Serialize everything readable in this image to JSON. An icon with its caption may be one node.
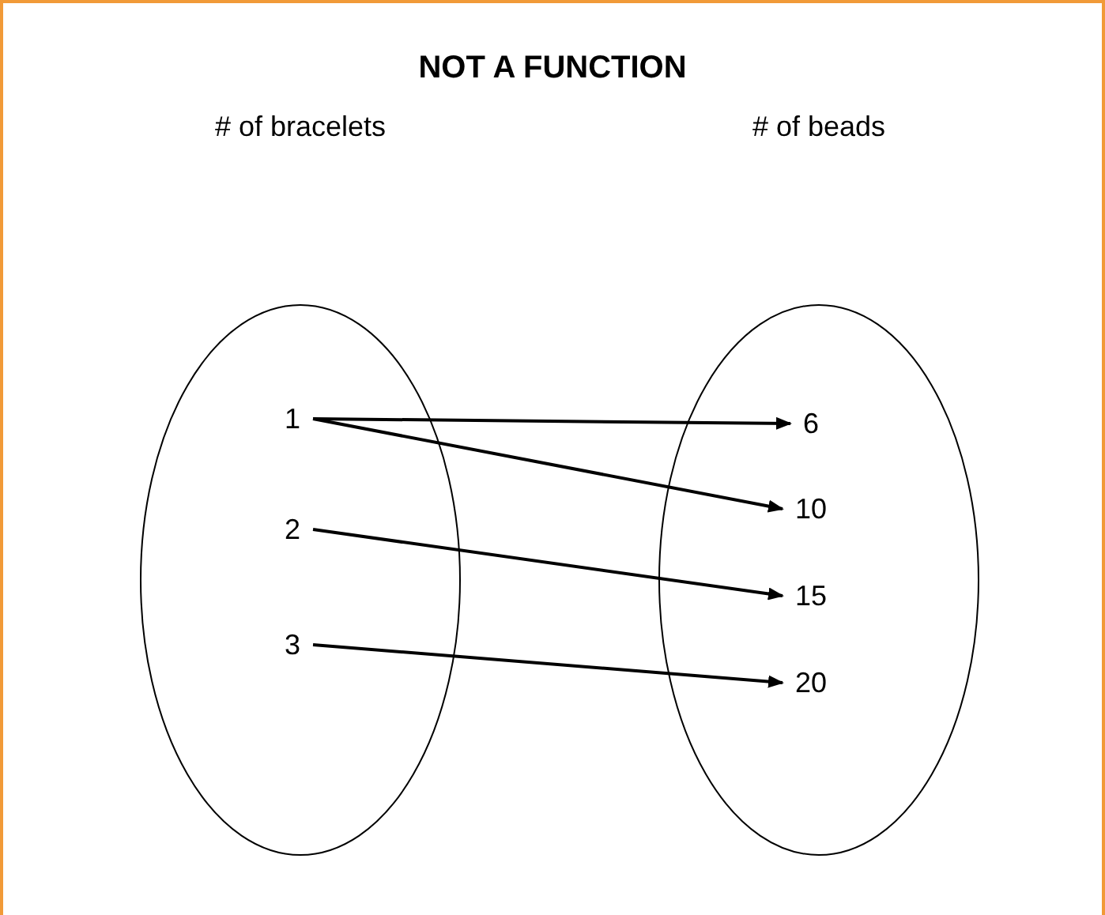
{
  "diagram": {
    "title": "NOT A FUNCTION",
    "nodes": [
      {
        "text": [],
        "shape": "ellipse"
      },
      {
        "text": [
          "1"
        ],
        "in": 0
      },
      {
        "text": [
          "2"
        ],
        "in": 0
      },
      {
        "text": [
          "3"
        ],
        "in": 0
      },
      {
        "text": [],
        "shape": "ellipse"
      },
      {
        "text": [
          "6"
        ],
        "in": 4
      },
      {
        "text": [
          "10"
        ],
        "in": 4
      },
      {
        "text": [
          "15"
        ],
        "in": 4
      },
      {
        "text": [
          "20"
        ],
        "in": 4
      }
    ],
    "edges": [
      {
        "from": 1,
        "to": 5,
        "arrow": "to"
      },
      {
        "from": 1,
        "to": 6,
        "arrow": "to"
      },
      {
        "from": 2,
        "to": 7,
        "arrow": "to"
      },
      {
        "from": 3,
        "to": 8,
        "arrow": "to"
      }
    ],
    "labels": [
      "# of bracelets",
      "# of beads"
    ]
  }
}
